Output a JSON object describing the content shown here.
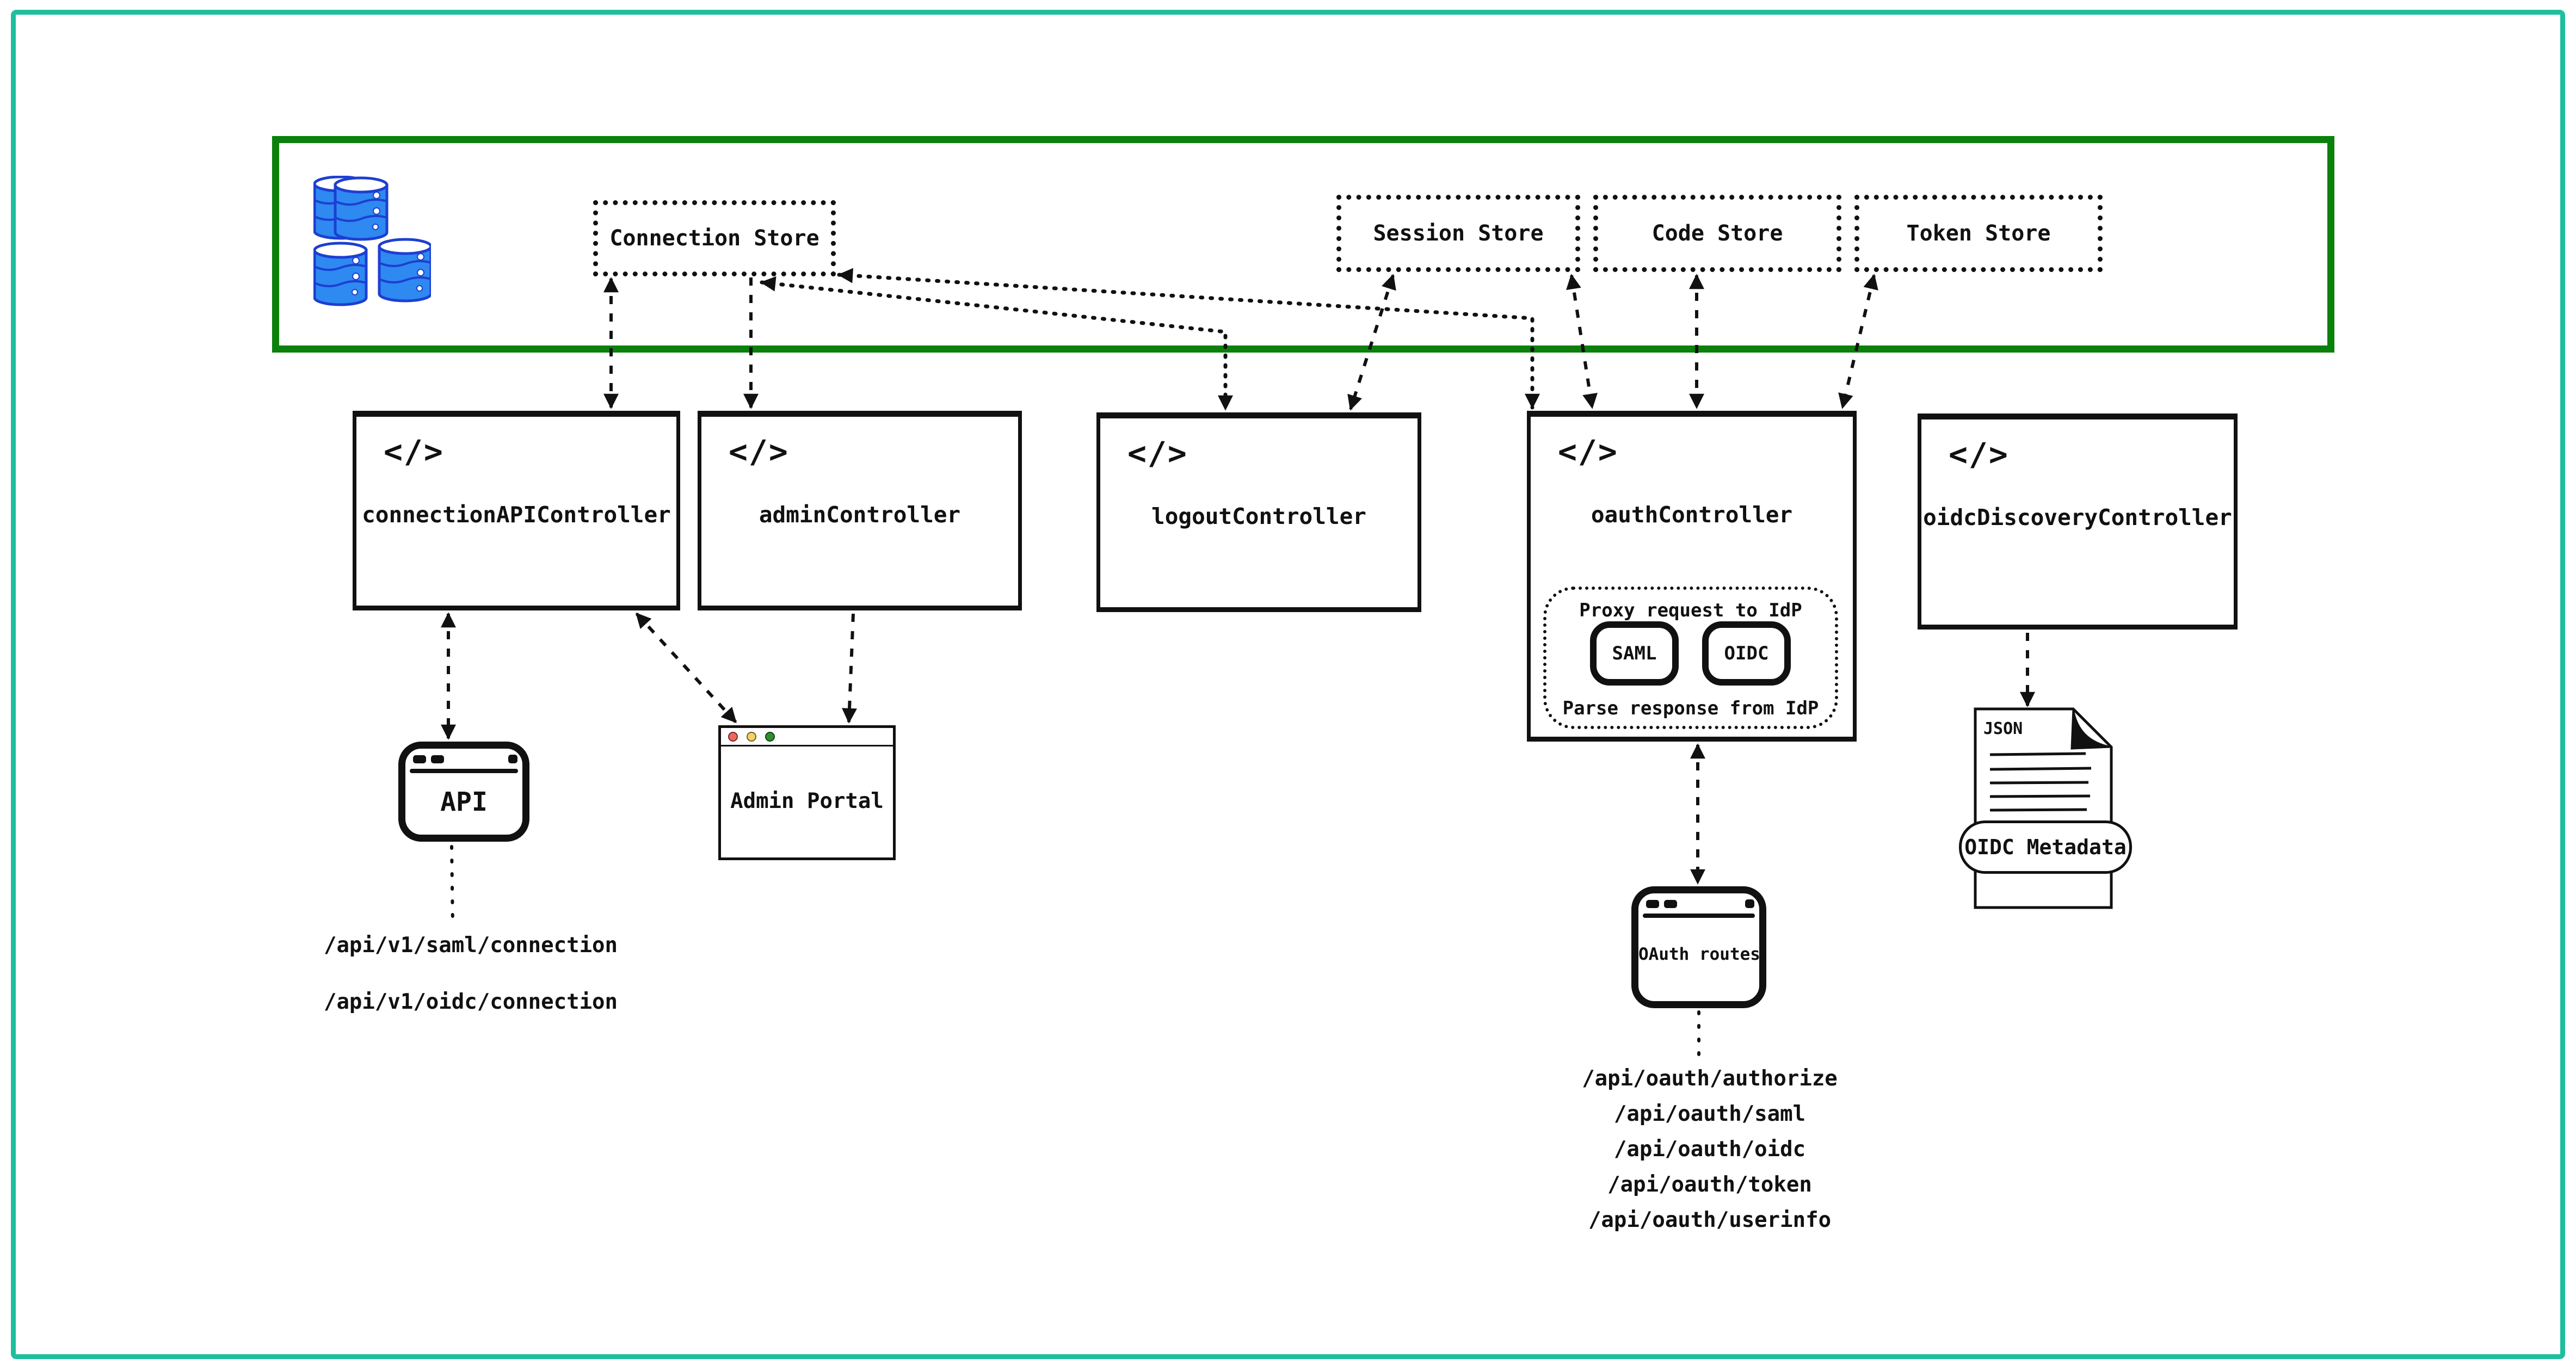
{
  "colors": {
    "page_border": "#1fbf9e",
    "infra_border": "#0b800b",
    "database_fill": "#2e89f0",
    "database_outline": "#1d3fd2",
    "line": "#111111",
    "traffic_red": "#f4635e",
    "traffic_yellow": "#f6d163",
    "traffic_green": "#2f8f2f"
  },
  "stores": [
    {
      "id": "connection",
      "label": "Connection Store"
    },
    {
      "id": "session",
      "label": "Session Store"
    },
    {
      "id": "code",
      "label": "Code Store"
    },
    {
      "id": "token",
      "label": "Token Store"
    }
  ],
  "controllers": [
    {
      "id": "connection-api",
      "label": "connectionAPIController",
      "icon": "</>"
    },
    {
      "id": "admin",
      "label": "adminController",
      "icon": "</>"
    },
    {
      "id": "logout",
      "label": "logoutController",
      "icon": "</>"
    },
    {
      "id": "oauth",
      "label": "oauthController",
      "icon": "</>"
    },
    {
      "id": "oidc-discovery",
      "label": "oidcDiscoveryController",
      "icon": "</>"
    }
  ],
  "oauth_internals": {
    "proxy_label": "Proxy request to IdP",
    "parse_label": "Parse response from IdP",
    "protocols": [
      {
        "label": "SAML"
      },
      {
        "label": "OIDC"
      }
    ]
  },
  "clients": {
    "api": {
      "label": "API",
      "routes": [
        "/api/v1/saml/connection",
        "/api/v1/oidc/connection"
      ]
    },
    "admin_portal": {
      "label": "Admin Portal"
    },
    "oauth_routes": {
      "label": "OAuth routes",
      "routes": [
        "/api/oauth/authorize",
        "/api/oauth/saml",
        "/api/oauth/oidc",
        "/api/oauth/token",
        "/api/oauth/userinfo"
      ]
    },
    "oidc_metadata": {
      "doc_type": "JSON",
      "label": "OIDC Metadata"
    }
  }
}
